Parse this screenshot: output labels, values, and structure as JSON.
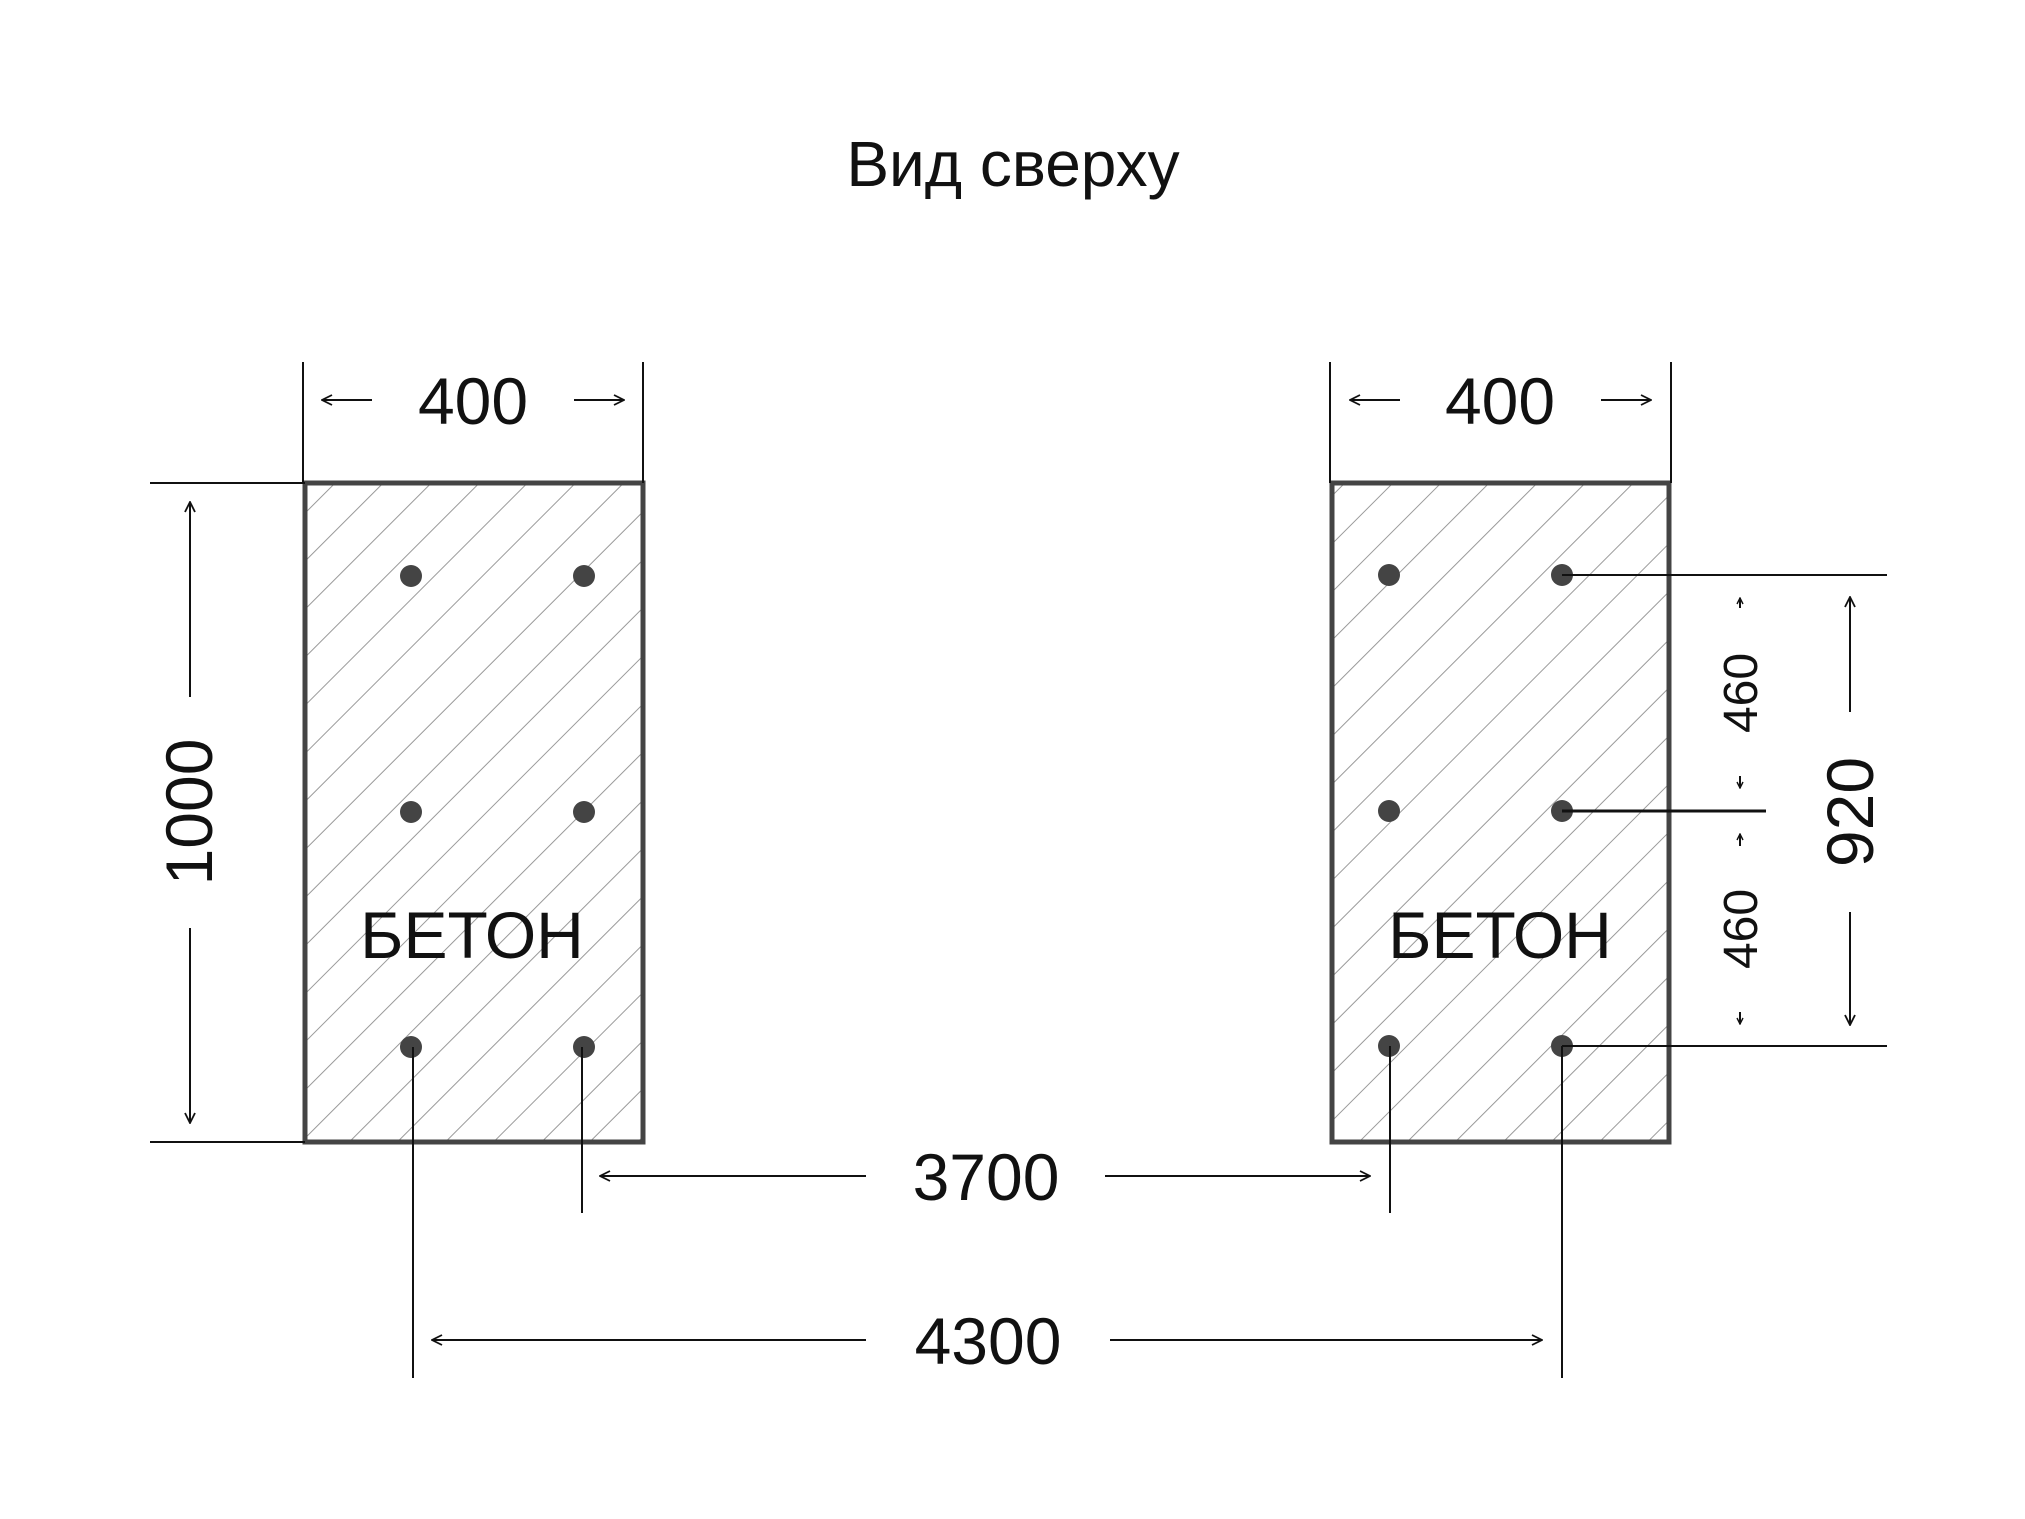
{
  "title": "Вид сверху",
  "colors": {
    "outline": "#444444",
    "hatch": "#9a9a9a",
    "rebar": "#444444",
    "lines": "#111111",
    "background": "#ffffff"
  },
  "blocks": [
    {
      "material": "БЕТОН",
      "width_label": "400"
    },
    {
      "material": "БЕТОН",
      "width_label": "400"
    }
  ],
  "dimensions": {
    "height": "1000",
    "inner_distance": "3700",
    "axis_distance": "4300",
    "rebar_span_total": "920",
    "rebar_span_upper": "460",
    "rebar_span_lower": "460"
  }
}
